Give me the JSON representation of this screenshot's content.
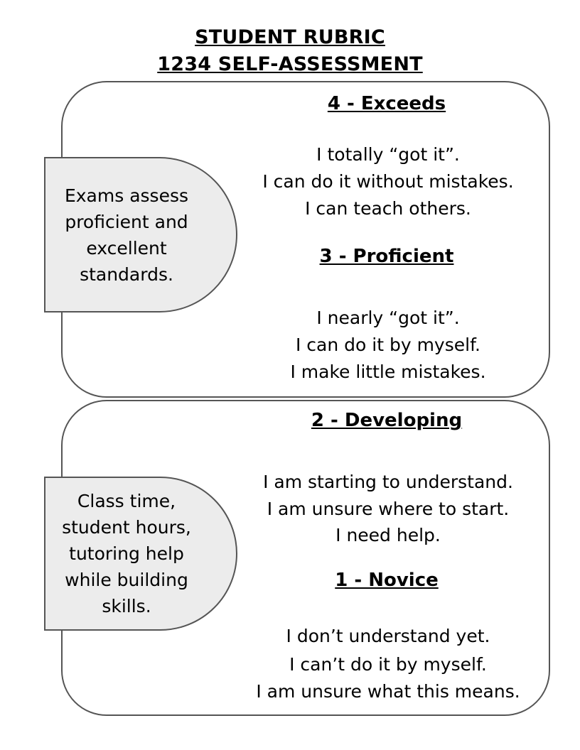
{
  "title": {
    "line1": "STUDENT RUBRIC",
    "line2": "1234 SELF-ASSESSMENT"
  },
  "sections": [
    {
      "side_note": [
        "Exams assess",
        "proficient and",
        "excellent",
        "standards."
      ],
      "levels": [
        {
          "heading": "4 - Exceeds",
          "lines": [
            "I totally “got it”.",
            "I can do it without mistakes.",
            "I can teach others."
          ]
        },
        {
          "heading": "3 - Proficient",
          "lines": [
            "I nearly “got it”.",
            "I can do it by myself.",
            "I make little mistakes."
          ]
        }
      ]
    },
    {
      "side_note": [
        "Class time,",
        "student hours,",
        "tutoring help",
        "while building",
        "skills."
      ],
      "levels": [
        {
          "heading": "2 - Developing",
          "lines": [
            "I am starting to understand.",
            "I am unsure where to start.",
            "I need help."
          ]
        },
        {
          "heading": "1 - Novice",
          "lines": [
            "I don’t understand yet.",
            "I can’t do it by myself.",
            "I am unsure what this means."
          ]
        }
      ]
    }
  ]
}
